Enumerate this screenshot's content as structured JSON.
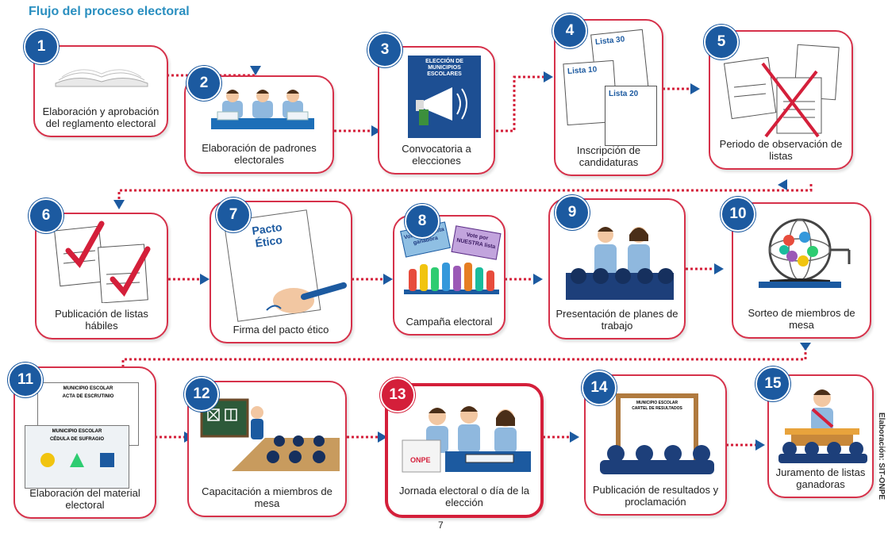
{
  "title": "Flujo del proceso electoral",
  "page_number": "7",
  "credit": "Elaboración: SIT-ONPE",
  "steps": [
    {
      "n": "1",
      "caption": "Elaboración y aprobación del reglamento electoral"
    },
    {
      "n": "2",
      "caption": "Elaboración de padrones electorales"
    },
    {
      "n": "3",
      "caption": "Convocatoria a elecciones",
      "poster": "ELECCIÓN DE MUNICIPIOS ESCOLARES"
    },
    {
      "n": "4",
      "caption": "Inscripción de candidaturas",
      "lists": [
        "Lista 30",
        "Lista 10",
        "Lista 20"
      ]
    },
    {
      "n": "5",
      "caption": "Periodo de observación de listas"
    },
    {
      "n": "6",
      "caption": "Publicación de listas hábiles"
    },
    {
      "n": "7",
      "caption": "Firma del pacto ético",
      "doc_title": "Pacto Ético"
    },
    {
      "n": "8",
      "caption": "Campaña electoral",
      "signs": [
        "Vote por la lista ganadora",
        "Vote por NUESTRA lista"
      ]
    },
    {
      "n": "9",
      "caption": "Presentación de planes de trabajo"
    },
    {
      "n": "10",
      "caption": "Sorteo de miembros de mesa"
    },
    {
      "n": "11",
      "caption": "Elaboración del material electoral",
      "docs": [
        "MUNICIPIO ESCOLAR",
        "ACTA DE ESCRUTINIO",
        "MUNICIPIO ESCOLAR",
        "CÉDULA DE SUFRAGIO"
      ]
    },
    {
      "n": "12",
      "caption": "Capacitación a miembros de mesa"
    },
    {
      "n": "13",
      "caption": "Jornada electoral o día de la elección",
      "brand": "ONPE"
    },
    {
      "n": "14",
      "caption": "Publicación de resultados y proclamación",
      "board": [
        "MUNICIPIO ESCOLAR",
        "CARTEL DE RESULTADOS"
      ]
    },
    {
      "n": "15",
      "caption": "Juramento de listas ganadoras"
    }
  ]
}
